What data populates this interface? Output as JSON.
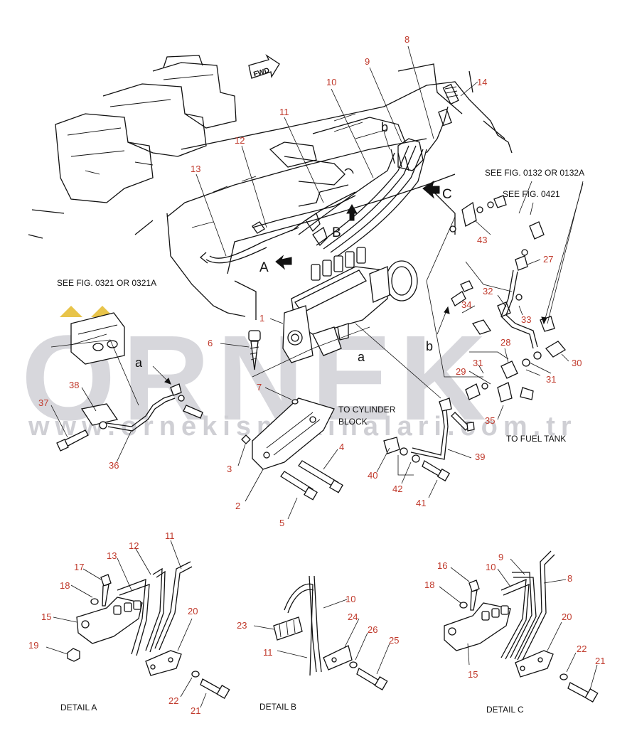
{
  "watermark": {
    "brand": "ORNEK",
    "website": "www.ornekismakinalari.com.tr"
  },
  "arrow_sign": "FWD",
  "zone_letters": [
    "A",
    "B",
    "C",
    "a",
    "b",
    "a",
    "b"
  ],
  "notes": {
    "see_fig_0132": "SEE FIG. 0132 OR 0132A",
    "see_fig_0421": "SEE FIG. 0421",
    "see_fig_0321": "SEE FIG. 0321 OR 0321A",
    "to_cylinder_1": "TO CYLINDER",
    "to_cylinder_2": "BLOCK",
    "to_fuel_tank": "TO FUEL TANK"
  },
  "details": {
    "a": "DETAIL  A",
    "b": "DETAIL  B",
    "c": "DETAIL  C"
  },
  "callouts": {
    "main": [
      "8",
      "9",
      "10",
      "11",
      "12",
      "13",
      "14",
      "27",
      "43",
      "32",
      "34",
      "33",
      "1",
      "6",
      "28",
      "30",
      "29",
      "31",
      "31",
      "7",
      "35",
      "4",
      "40",
      "42",
      "41",
      "39",
      "3",
      "2",
      "5",
      "37",
      "38",
      "36"
    ],
    "detail_a": [
      "17",
      "13",
      "12",
      "11",
      "18",
      "15",
      "19",
      "20",
      "22",
      "21"
    ],
    "detail_b": [
      "10",
      "23",
      "24",
      "26",
      "25",
      "11"
    ],
    "detail_c": [
      "16",
      "10",
      "9",
      "8",
      "18",
      "20",
      "22",
      "21",
      "15"
    ]
  }
}
